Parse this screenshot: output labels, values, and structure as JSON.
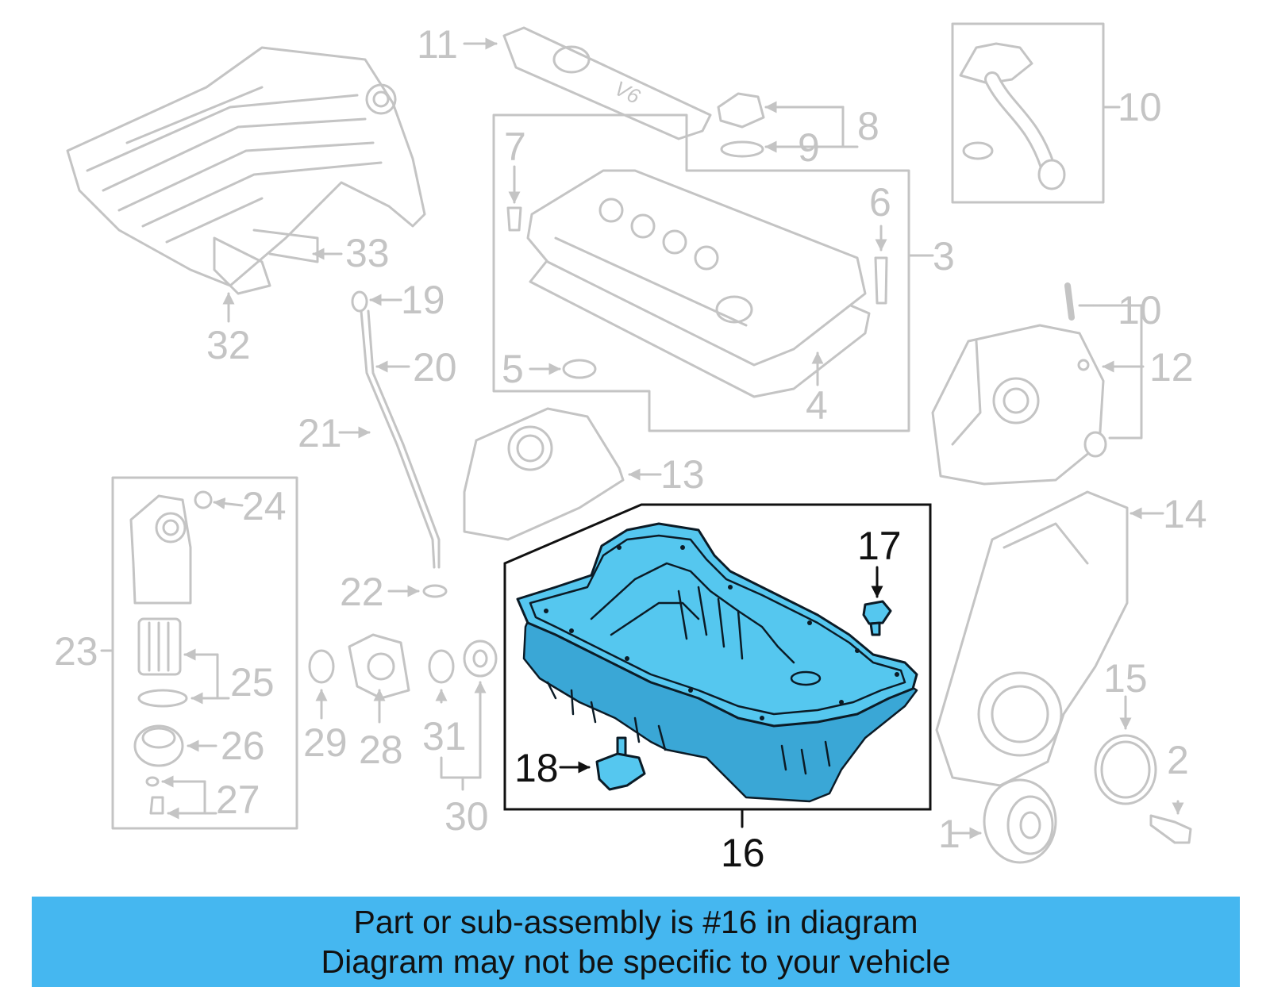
{
  "callouts": {
    "n1": "1",
    "n2": "2",
    "n3": "3",
    "n4": "4",
    "n5": "5",
    "n6": "6",
    "n7": "7",
    "n8": "8",
    "n9": "9",
    "n10a": "10",
    "n10b": "10",
    "n11": "11",
    "n12": "12",
    "n13": "13",
    "n14": "14",
    "n15": "15",
    "n16": "16",
    "n17": "17",
    "n18": "18",
    "n19": "19",
    "n20": "20",
    "n21": "21",
    "n22": "22",
    "n23": "23",
    "n24": "24",
    "n25": "25",
    "n26": "26",
    "n27": "27",
    "n28": "28",
    "n29": "29",
    "n30": "30",
    "n31": "31",
    "n32": "32",
    "n33": "33"
  },
  "cover_badge": "V6",
  "highlighted_part": "16",
  "colors": {
    "highlight": "#55c7ef",
    "banner": "#45b7f0",
    "inactive_lines": "#c4c4c4",
    "active_lines": "#111111"
  },
  "banner": {
    "line1": "Part or sub-assembly is #16 in diagram",
    "line2": "Diagram may not be specific to your vehicle"
  }
}
